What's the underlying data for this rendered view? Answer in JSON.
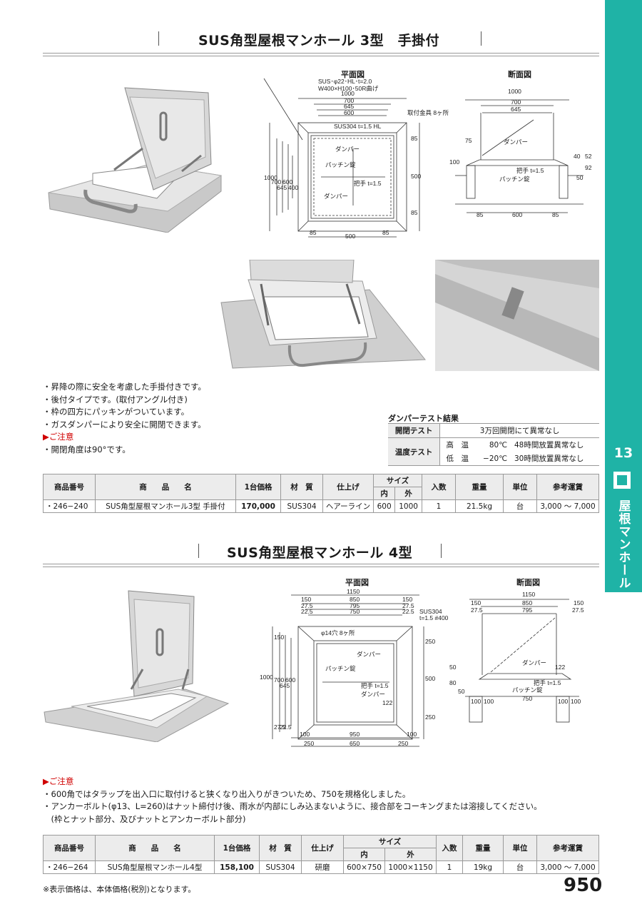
{
  "side": {
    "number": "13",
    "category": "屋根マンホール"
  },
  "section1": {
    "title": "SUS角型屋根マンホール 3型　手掛付",
    "plan_label": "平面図",
    "section_label": "断面図",
    "bullets": [
      "・昇降の際に安全を考慮した手掛付きです。",
      "・後付タイプです。(取付アングル付き)",
      "・枠の四方にパッキンがついています。",
      "・ガスダンパーにより安全に開閉できます。"
    ],
    "caution_label": "▶ご注意",
    "caution": "・開閉角度は90°です。",
    "damper_title": "ダンパーテスト結果",
    "damper": {
      "row1_label": "開閉テスト",
      "row1_value": "3万回開閉にて異常なし",
      "row2_label": "温度テスト",
      "high_label": "高　温",
      "high_temp": "80℃",
      "high_result": "48時間放置異常なし",
      "low_label": "低　温",
      "low_temp": "−20℃",
      "low_result": "30時間放置異常なし"
    },
    "table": {
      "headers": {
        "code": "商品番号",
        "name": "商　　品　　名",
        "price": "1台価格",
        "material": "材　質",
        "finish": "仕上げ",
        "size": "サイズ",
        "inner": "内",
        "outer": "外",
        "qty": "入数",
        "weight": "重量",
        "unit": "単位",
        "freight": "参考運賃"
      },
      "row": {
        "code": "・246−240",
        "name": "SUS角型屋根マンホール3型 手掛付",
        "price": "170,000",
        "material": "SUS304",
        "finish": "ヘアーライン",
        "inner": "600",
        "outer": "1000",
        "qty": "1",
        "weight": "21.5kg",
        "unit": "台",
        "freight": "3,000 ～ 7,000"
      }
    },
    "plan_dims": {
      "top": [
        "1000",
        "700",
        "645",
        "600"
      ],
      "bottom": [
        "85",
        "500",
        "85"
      ],
      "left": [
        "1000",
        "700",
        "645",
        "600",
        "400"
      ],
      "right": [
        "85",
        "500",
        "85"
      ],
      "note1": "SUS･φ22･HL･t=2.0",
      "note2": "W400×H100･50R曲げ",
      "fittings": "取付金具 8ヶ所",
      "sus": "SUS304 t=1.5 HL",
      "damper": "ダンパー",
      "latch": "パッチン錠",
      "handle": "把手 t=1.5"
    },
    "section_dims": {
      "top": [
        "1000",
        "700",
        "645"
      ],
      "d75": "75",
      "d100": "100",
      "d40": "40",
      "d52": "52",
      "d92": "92",
      "d50": "50",
      "bottom": [
        "85",
        "600",
        "85"
      ],
      "damper": "ダンパー",
      "handle": "把手 t=1.5",
      "latch": "パッチン錠"
    }
  },
  "section2": {
    "title": "SUS角型屋根マンホール 4型",
    "plan_label": "平面図",
    "section_label": "断面図",
    "caution_label": "▶ご注意",
    "notes": [
      "・600角ではタラップを出入口に取付けると狭くなり出入りがきついため、750を規格化しました。",
      "・アンカーボルト(φ13、L=260)はナット締付け後、雨水が内部にしみ込まないように、接合部をコーキングまたは溶接してください。",
      "　(枠とナット部分、及びナットとアンカーボルト部分)"
    ],
    "table": {
      "headers": {
        "code": "商品番号",
        "name": "商　　品　　名",
        "price": "1台価格",
        "material": "材　質",
        "finish": "仕上げ",
        "size": "サイズ",
        "inner": "内",
        "outer": "外",
        "qty": "入数",
        "weight": "重量",
        "unit": "単位",
        "freight": "参考運賃"
      },
      "row": {
        "code": "・246−264",
        "name": "SUS角型屋根マンホール4型",
        "price": "158,100",
        "material": "SUS304",
        "finish": "研磨",
        "inner": "600×750",
        "outer": "1000×1150",
        "qty": "1",
        "weight": "19kg",
        "unit": "台",
        "freight": "3,000 ～ 7,000"
      }
    },
    "plan_dims": {
      "top": [
        "1150",
        "850",
        "795",
        "750"
      ],
      "top_left": [
        "150",
        "27.5",
        "22.5"
      ],
      "top_right": [
        "150",
        "27.5",
        "22.5"
      ],
      "left": [
        "1000",
        "700",
        "645",
        "600"
      ],
      "left_small": [
        "150",
        "27.5",
        "22.5"
      ],
      "right": [
        "250",
        "500",
        "250"
      ],
      "bottom": [
        "100",
        "950",
        "100"
      ],
      "bottom2": [
        "250",
        "650",
        "250"
      ],
      "holes": "φ14穴 8ヶ所",
      "sus": "SUS304",
      "sus2": "t=1.5 #400",
      "damper": "ダンパー",
      "latch": "パッチン錠",
      "handle": "把手 t=1.5",
      "d122": "122"
    },
    "section_dims": {
      "top": [
        "1150",
        "850",
        "795"
      ],
      "side_l": [
        "150",
        "27.5"
      ],
      "side_r": [
        "150",
        "27.5"
      ],
      "d50": "50",
      "d80": "80",
      "d50b": "50",
      "bottom": [
        "100",
        "100",
        "750",
        "100",
        "100"
      ],
      "damper": "ダンパー",
      "handle": "把手 t=1.5",
      "latch": "パッチン錠",
      "d122": "122"
    }
  },
  "footer": {
    "note": "※表示価格は、本体価格(税別)となります。",
    "page": "950"
  }
}
